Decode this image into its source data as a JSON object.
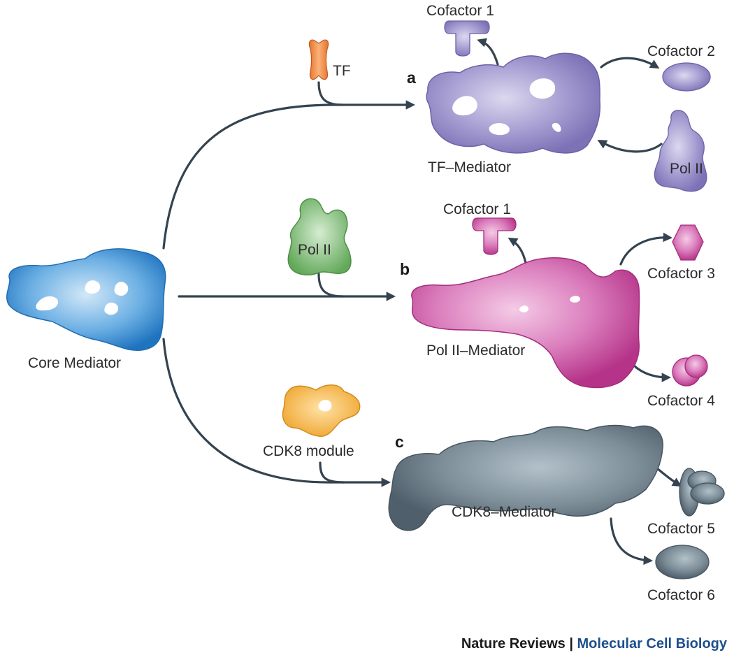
{
  "labels": {
    "core_mediator": "Core Mediator",
    "tf": "TF",
    "pol2_free": "Pol II",
    "cdk8_module": "CDK8 module",
    "tf_mediator": "TF–Mediator",
    "pol2_mediator": "Pol II–Mediator",
    "cdk8_mediator": "CDK8–Mediator",
    "panel_a": "a",
    "panel_b": "b",
    "panel_c": "c",
    "a_cofactor1": "Cofactor 1",
    "a_cofactor2": "Cofactor 2",
    "a_pol2": "Pol II",
    "b_cofactor1": "Cofactor 1",
    "b_cofactor3": "Cofactor 3",
    "b_cofactor4": "Cofactor 4",
    "c_cofactor5": "Cofactor 5",
    "c_cofactor6": "Cofactor 6"
  },
  "credit": {
    "journal": "Nature Reviews",
    "separator": " | ",
    "section": "Molecular Cell Biology"
  },
  "colors": {
    "core_mediator": "#2f86cf",
    "tf": "#f08a3c",
    "pol2_free": "#6fb166",
    "cdk8_module": "#f3b43e",
    "tf_mediator": "#8a80c0",
    "pol2_mediator": "#c23f94",
    "cdk8_mediator": "#5b6b77",
    "arrow": "#34434f",
    "credit_section": "#1d4f8c"
  }
}
